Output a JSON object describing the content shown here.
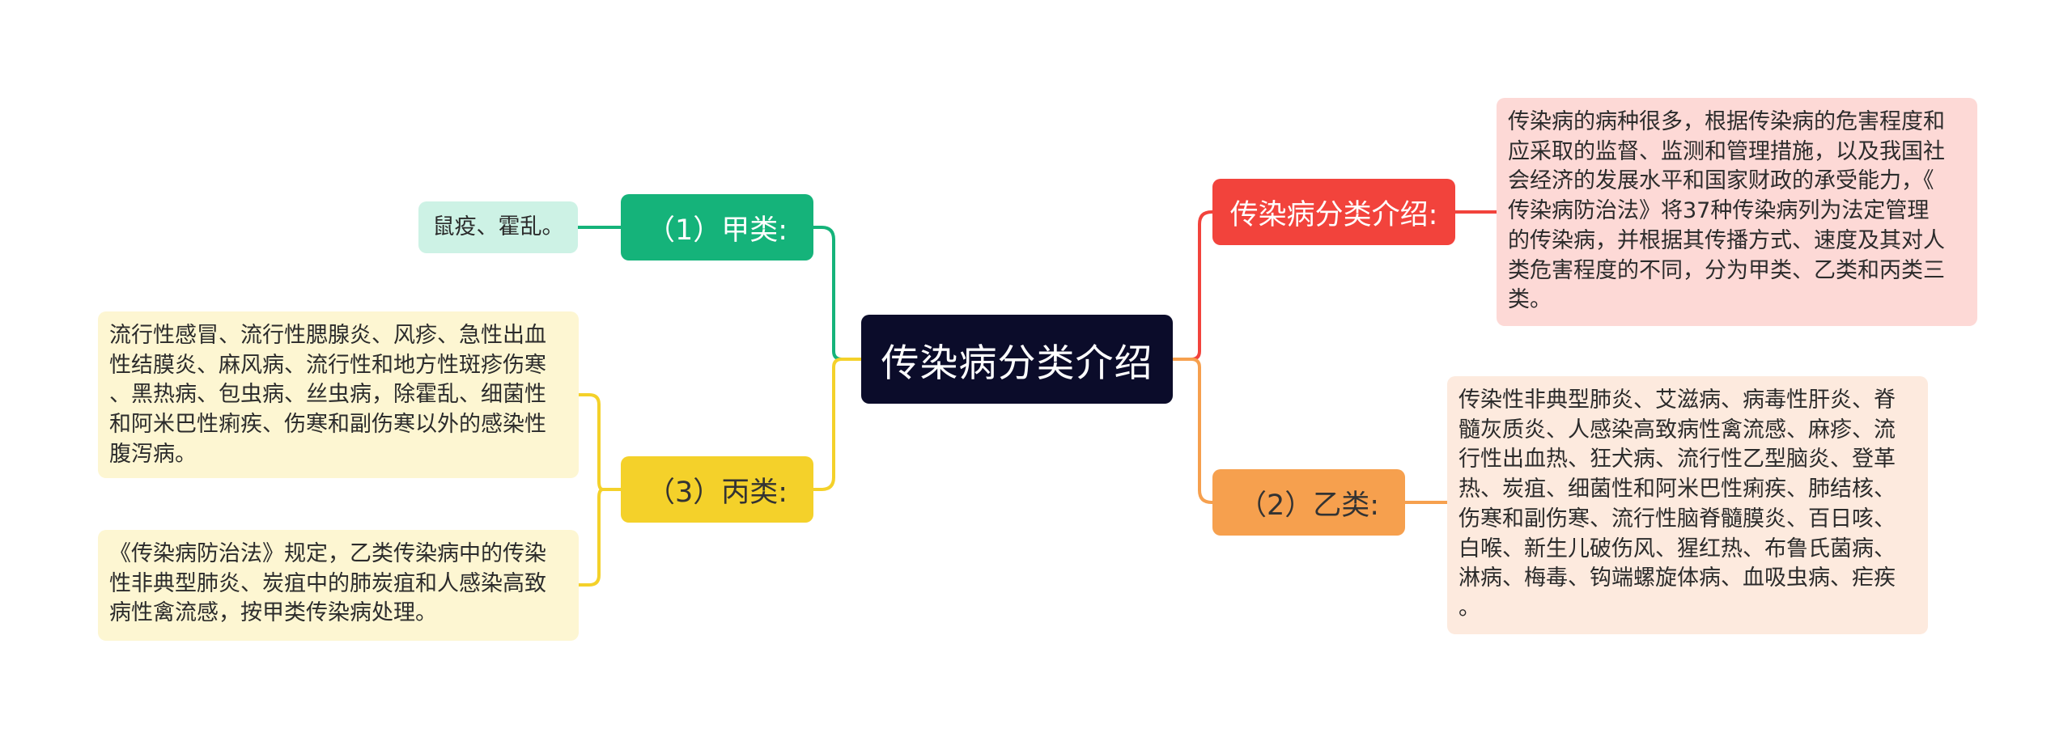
{
  "root": {
    "label": "传染病分类介绍"
  },
  "branches": {
    "jia": {
      "label": "（1）甲类:",
      "color": "#15b37a"
    },
    "bing": {
      "label": "（3）丙类:",
      "color": "#f4d12a"
    },
    "intro": {
      "label": "传染病分类介绍:",
      "color": "#f2433c"
    },
    "yi": {
      "label": "（2）乙类:",
      "color": "#f6a04e"
    }
  },
  "leaves": {
    "jia": {
      "text": "鼠疫、霍乱。"
    },
    "bing1": {
      "text": "流行性感冒、流行性腮腺炎、风疹、急性出血\n性结膜炎、麻风病、流行性和地方性斑疹伤寒\n、黑热病、包虫病、丝虫病，除霍乱、细菌性\n和阿米巴性痢疾、伤寒和副伤寒以外的感染性\n腹泻病。"
    },
    "bing2": {
      "text": "《传染病防治法》规定，乙类传染病中的传染\n性非典型肺炎、炭疽中的肺炭疽和人感染高致\n病性禽流感，按甲类传染病处理。"
    },
    "intro": {
      "text": "传染病的病种很多，根据传染病的危害程度和\n应采取的监督、监测和管理措施，以及我国社\n会经济的发展水平和国家财政的承受能力，《\n传染病防治法》将37种传染病列为法定管理\n的传染病，并根据其传播方式、速度及其对人\n类危害程度的不同，分为甲类、乙类和丙类三\n类。"
    },
    "yi": {
      "text": "传染性非典型肺炎、艾滋病、病毒性肝炎、脊\n髓灰质炎、人感染高致病性禽流感、麻疹、流\n行性出血热、狂犬病、流行性乙型脑炎、登革\n热、炭疽、细菌性和阿米巴性痢疾、肺结核、\n伤寒和副伤寒、流行性脑脊髓膜炎、百日咳、\n白喉、新生儿破伤风、猩红热、布鲁氏菌病、\n淋病、梅毒、钩端螺旋体病、血吸虫病、疟疾\n。"
    }
  }
}
